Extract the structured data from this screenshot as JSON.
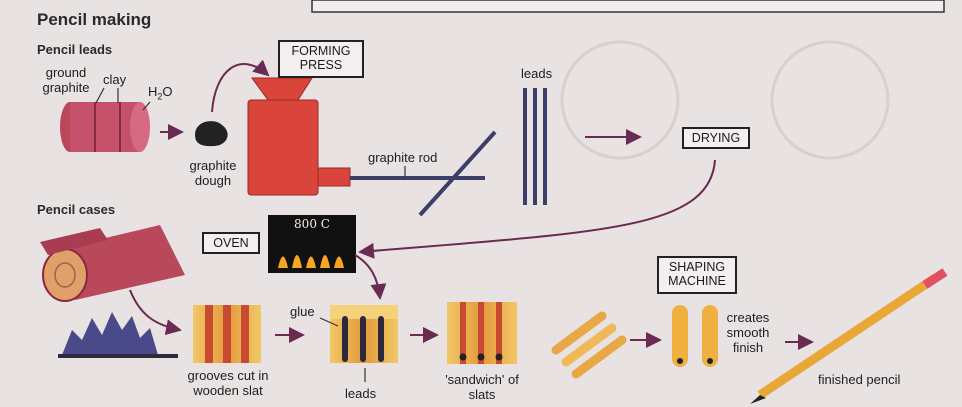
{
  "title": "Pencil making",
  "sections": {
    "leads": "Pencil leads",
    "cases": "Pencil cases"
  },
  "labels": {
    "ground_graphite_1": "ground",
    "ground_graphite_2": "graphite",
    "clay": "clay",
    "water_h": "H",
    "water_sub": "2",
    "water_o": "O",
    "graphite_dough_1": "graphite",
    "graphite_dough_2": "dough",
    "graphite_rod": "graphite rod",
    "leads_top": "leads",
    "glue": "glue",
    "grooves_1": "grooves cut in",
    "grooves_2": "wooden slat",
    "leads_bottom": "leads",
    "sandwich_1": "'sandwich' of",
    "sandwich_2": "slats",
    "smooth_1": "creates",
    "smooth_2": "smooth",
    "smooth_3": "finish",
    "finished_pencil": "finished pencil",
    "oven_temp": "800 C"
  },
  "process_boxes": {
    "forming_press_1": "FORMING",
    "forming_press_2": "PRESS",
    "drying": "DRYING",
    "oven": "OVEN",
    "shaping_1": "SHAPING",
    "shaping_2": "MACHINE"
  },
  "colors": {
    "press": "#d9453b",
    "wood": "#e8b45a",
    "lead": "#3a3a5c",
    "log": "#b8485a",
    "arrow": "#6a2a52"
  }
}
